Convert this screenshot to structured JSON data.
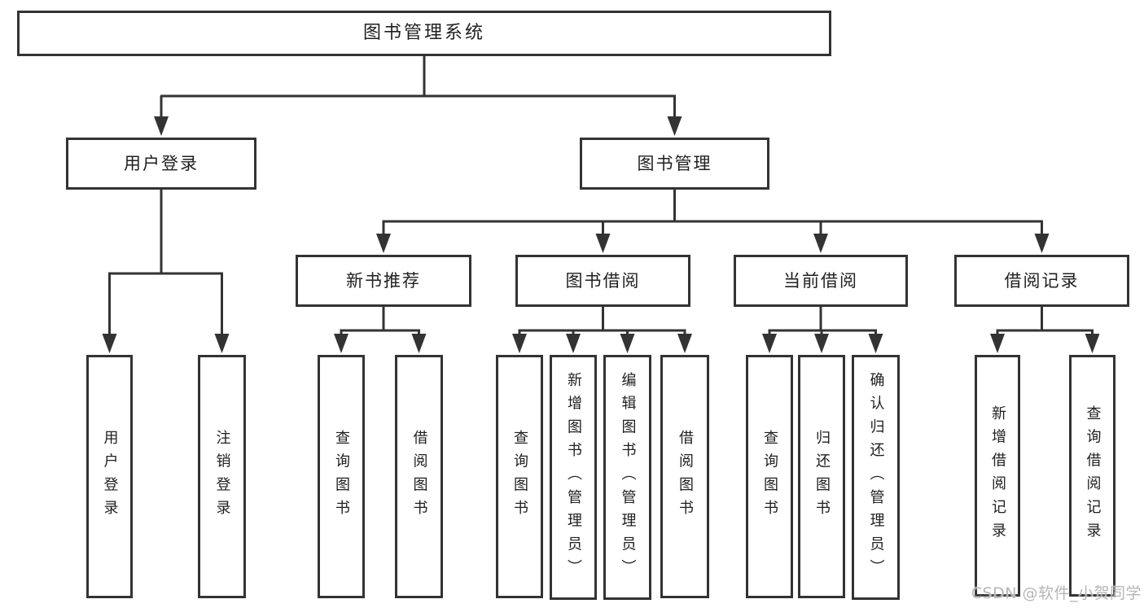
{
  "diagram": {
    "type": "tree",
    "root": {
      "label": "图书管理系统"
    },
    "level2": [
      {
        "label": "用户登录",
        "children": [
          {
            "label": "用户登录"
          },
          {
            "label": "注销登录"
          }
        ]
      },
      {
        "label": "图书管理",
        "children": [
          {
            "label": "新书推荐",
            "children": [
              {
                "label": "查询图书"
              },
              {
                "label": "借阅图书"
              }
            ]
          },
          {
            "label": "图书借阅",
            "children": [
              {
                "label": "查询图书"
              },
              {
                "label": "新增图书（管理员）"
              },
              {
                "label": "编辑图书（管理员）"
              },
              {
                "label": "借阅图书"
              }
            ]
          },
          {
            "label": "当前借阅",
            "children": [
              {
                "label": "查询图书"
              },
              {
                "label": "归还图书"
              },
              {
                "label": "确认归还（管理员）"
              }
            ]
          },
          {
            "label": "借阅记录",
            "children": [
              {
                "label": "新增借阅记录"
              },
              {
                "label": "查询借阅记录"
              }
            ]
          }
        ]
      }
    ]
  },
  "watermark": {
    "text": "CSDN @软件_小贺同学"
  },
  "colors": {
    "line": "#333333",
    "box_border": "#333333",
    "text": "#202020",
    "background": "#ffffff",
    "watermark": "#b5b5b9"
  }
}
